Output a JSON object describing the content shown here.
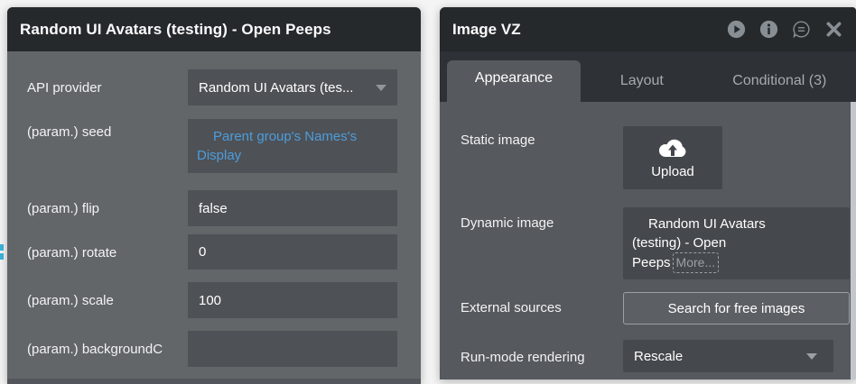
{
  "left_panel": {
    "title": "Random UI Avatars (testing) - Open Peeps",
    "rows": [
      {
        "label": "API provider",
        "value": "Random UI Avatars (tes...",
        "type": "dropdown"
      },
      {
        "label": "(param.) seed",
        "value": "Parent group's Names's Display",
        "value_lines": [
          "Parent group's Names's",
          "Display"
        ],
        "type": "expression"
      },
      {
        "label": "(param.) flip",
        "value": "false",
        "type": "input"
      },
      {
        "label": "(param.) rotate",
        "value": "0",
        "type": "input"
      },
      {
        "label": "(param.) scale",
        "value": "100",
        "type": "input"
      },
      {
        "label": "(param.) backgroundC",
        "value": "",
        "type": "input"
      }
    ]
  },
  "right_panel": {
    "title": "Image VZ",
    "header_icons": [
      "play-icon",
      "info-icon",
      "comment-icon",
      "close-icon"
    ],
    "tabs": [
      {
        "label": "Appearance",
        "active": true
      },
      {
        "label": "Layout",
        "active": false
      },
      {
        "label": "Conditional (3)",
        "active": false
      }
    ],
    "static_image": {
      "label": "Static image",
      "button_label": "Upload"
    },
    "dynamic_image": {
      "label": "Dynamic image",
      "value": "Random UI Avatars (testing) - Open Peeps",
      "value_lines": [
        "Random UI Avatars",
        "(testing) - Open",
        "Peeps"
      ],
      "more_label": "More..."
    },
    "external_sources": {
      "label": "External sources",
      "button_label": "Search for free images"
    },
    "run_mode": {
      "label": "Run-mode rendering",
      "value": "Rescale"
    }
  },
  "colors": {
    "titlebar_bg": "#26292c",
    "left_body_bg": "#636669",
    "right_body_bg": "#56595e",
    "field_bg": "#4e5156",
    "tabbar_bg": "#2e3136",
    "expression_blue": "#4d9ddb",
    "icon_gray": "#878e94",
    "edge_marker_cyan": "#3ab5dd"
  }
}
